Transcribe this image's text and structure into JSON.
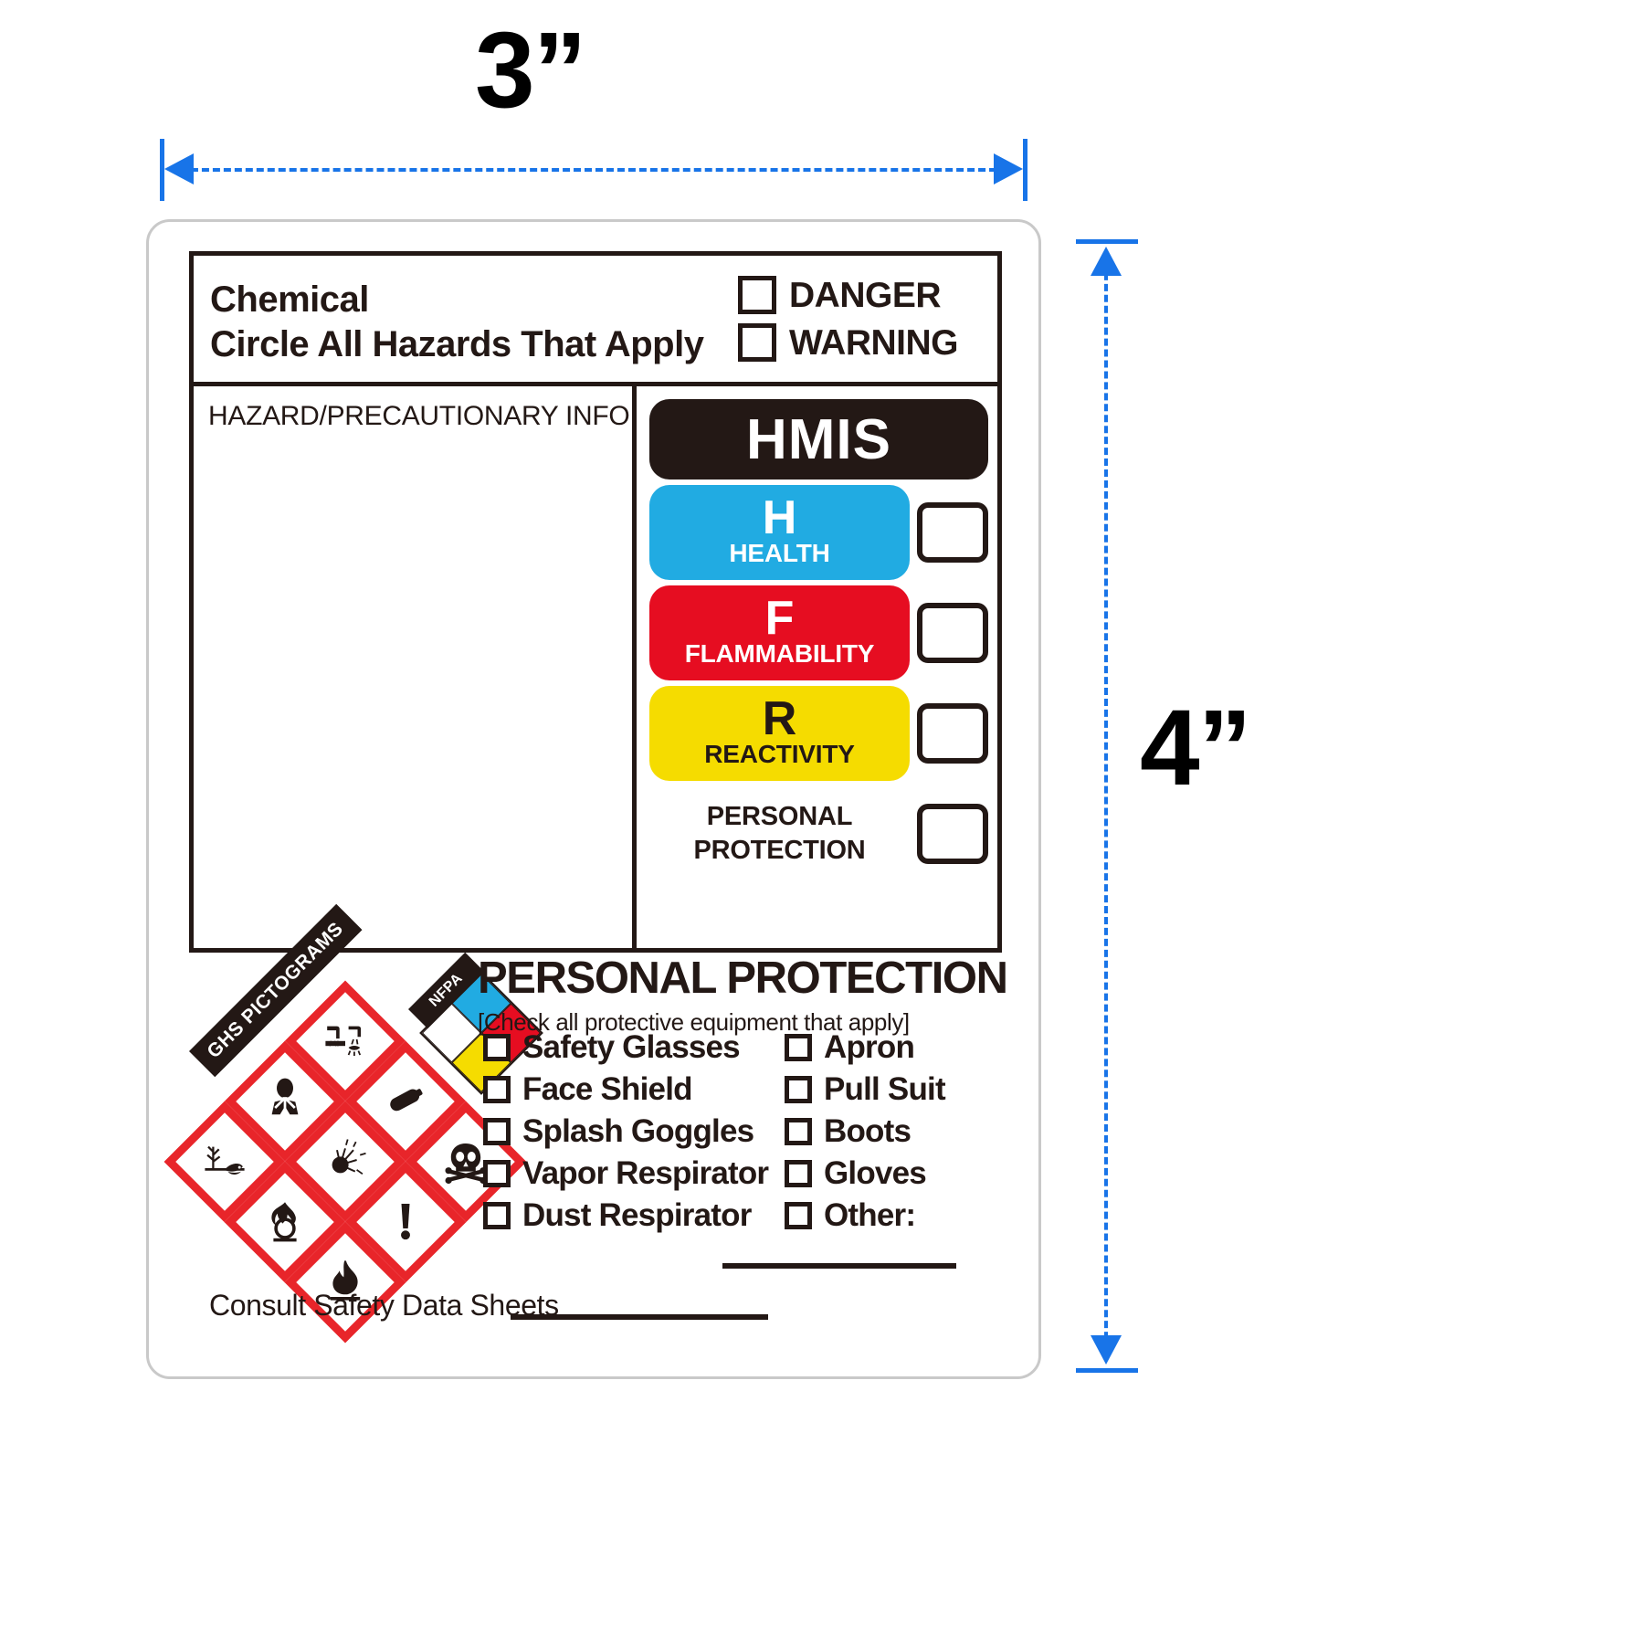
{
  "dimensions": {
    "width_label": "3”",
    "height_label": "4”"
  },
  "label": {
    "header": {
      "line1": "Chemical",
      "line2": "Circle All Hazards That Apply",
      "signal_words": [
        {
          "label": "DANGER",
          "checked": false
        },
        {
          "label": "WARNING",
          "checked": false
        }
      ]
    },
    "hazard_info": {
      "title": "HAZARD/PRECAUTIONARY INFO",
      "body": ""
    },
    "hmis": {
      "title": "HMIS",
      "rows": [
        {
          "letter": "H",
          "word": "HEALTH",
          "color": "#21ABE2",
          "value": ""
        },
        {
          "letter": "F",
          "word": "FLAMMABILITY",
          "color": "#E60D21",
          "value": ""
        },
        {
          "letter": "R",
          "word": "REACTIVITY",
          "color": "#F5DC00",
          "value": ""
        }
      ],
      "personal_protection": {
        "line1": "PERSONAL",
        "line2": "PROTECTION",
        "value": ""
      }
    },
    "ghs": {
      "banner": "GHS PICTOGRAMS",
      "pictograms": [
        {
          "name": "corrosion-pictogram",
          "glyph": "⚗"
        },
        {
          "name": "health-hazard-pictogram",
          "glyph": "☣"
        },
        {
          "name": "gas-cylinder-pictogram",
          "glyph": "⛽"
        },
        {
          "name": "environment-pictogram",
          "glyph": "☠"
        },
        {
          "name": "exploding-bomb-pictogram",
          "glyph": "✸"
        },
        {
          "name": "skull-and-crossbones-pictogram",
          "glyph": "☠"
        },
        {
          "name": "oxidizer-pictogram",
          "glyph": "○"
        },
        {
          "name": "exclamation-mark-pictogram",
          "glyph": "!"
        },
        {
          "name": "flame-pictogram",
          "glyph": "ὒ5"
        }
      ]
    },
    "nfpa": {
      "banner": "NFPA",
      "quadrants": [
        {
          "position": "top",
          "color": "#E60D21"
        },
        {
          "position": "left",
          "color": "#21ABE2"
        },
        {
          "position": "right",
          "color": "#F5DC00"
        },
        {
          "position": "bottom",
          "color": "#FFFFFF"
        }
      ]
    },
    "personal_protection": {
      "title": "PERSONAL PROTECTION",
      "subtitle": "[Check all protective equipment that apply]",
      "column_left": [
        {
          "label": "Safety Glasses",
          "checked": false
        },
        {
          "label": "Face Shield",
          "checked": false
        },
        {
          "label": "Splash Goggles",
          "checked": false
        },
        {
          "label": "Vapor Respirator",
          "checked": false
        },
        {
          "label": "Dust Respirator",
          "checked": false
        }
      ],
      "column_right": [
        {
          "label": "Apron",
          "checked": false
        },
        {
          "label": "Pull Suit",
          "checked": false
        },
        {
          "label": "Boots",
          "checked": false
        },
        {
          "label": "Gloves",
          "checked": false
        },
        {
          "label": "Other:",
          "checked": false
        }
      ]
    },
    "footer": {
      "consult": "Consult Safety Data Sheets",
      "write_in_line": ""
    }
  },
  "colors": {
    "health_blue": "#21ABE2",
    "flammability_red": "#E60D21",
    "reactivity_yellow": "#F5DC00",
    "ink_black": "#231815",
    "ghs_red": "#E8252A",
    "dimension_blue": "#1874E8"
  }
}
